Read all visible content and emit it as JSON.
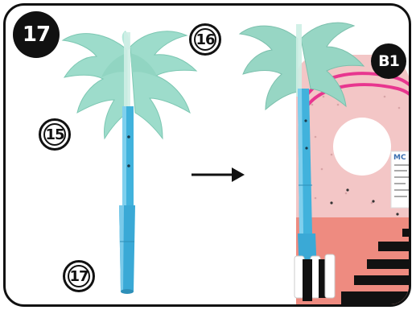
{
  "step": {
    "number": "17"
  },
  "parts": {
    "fronds_label": "16",
    "trunk_label": "15",
    "base_label": "17"
  },
  "assembly": {
    "base_label": "B1"
  },
  "sign": {
    "text": "MC"
  },
  "colors": {
    "leaf": "#8fdcc6",
    "trunk": "#3fb3dc",
    "wall_pink": "#f3c4c4",
    "wall_salmon": "#ee8a7f",
    "hoop": "#e8368f",
    "outline": "#111111"
  },
  "icons": {
    "arrow": "right-arrow-icon"
  }
}
